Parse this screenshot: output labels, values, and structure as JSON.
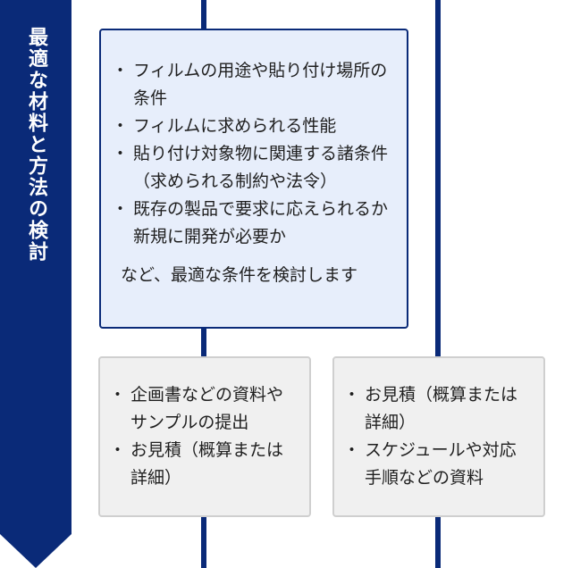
{
  "banner": {
    "label": "最適な材料と方法の検討",
    "color": "#0a2a78"
  },
  "main_box": {
    "items": [
      "フィルムの用途や貼り付け場所の条件",
      "フィルムに求められる性能",
      "貼り付け対象物に関連する諸条件（求められる制約や法令）",
      "既存の製品で要求に応えられるか"
    ],
    "extra_line": "新規に開発が必要か",
    "closing": "など、最適な条件を検討します"
  },
  "left_box": {
    "items": [
      "企画書などの資料やサンプルの提出",
      "お見積（概算または詳細）"
    ]
  },
  "right_box": {
    "items": [
      "お見積（概算または詳細）",
      "スケジュールや対応手順などの資料"
    ]
  },
  "colors": {
    "navy": "#0a2a78",
    "main_box_bg": "#e7eefb",
    "sub_box_bg": "#f0f0f0",
    "sub_box_border": "#cfcfcf"
  }
}
